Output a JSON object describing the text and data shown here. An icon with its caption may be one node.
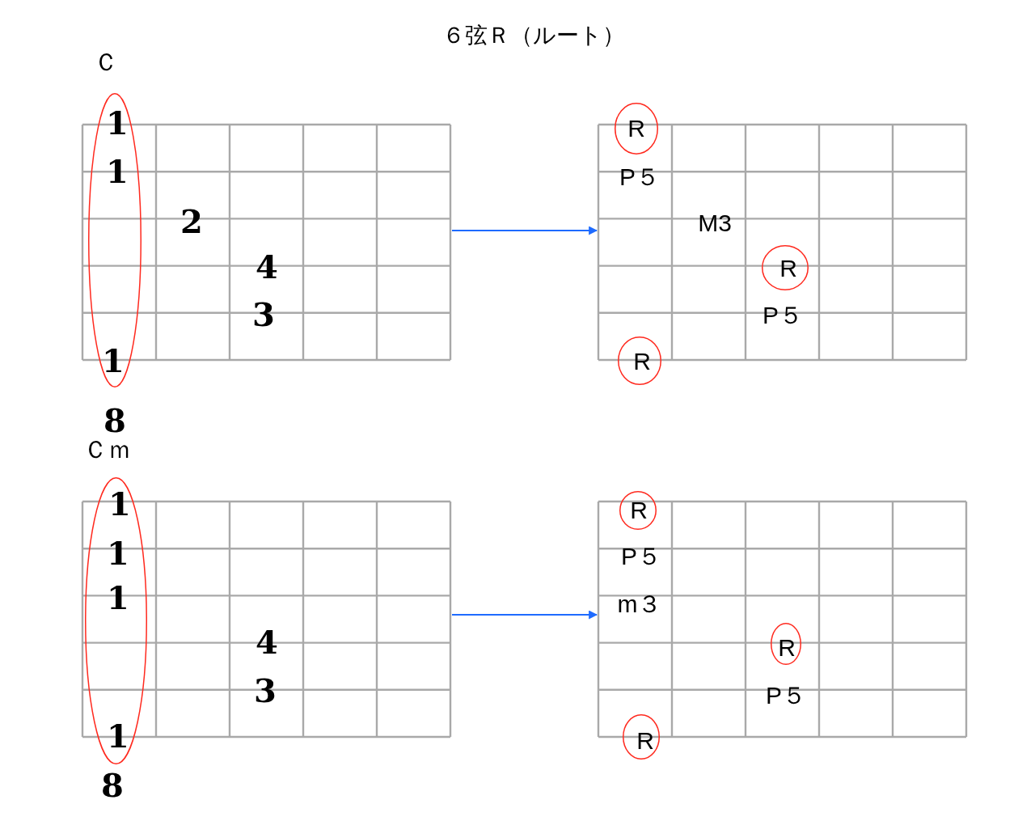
{
  "diagram": {
    "title": "６弦Ｒ（ルート）",
    "nodes": [
      {
        "text": [
          "Ｃ",
          "2",
          "4",
          "3"
        ]
      },
      {
        "text": [
          "1",
          "1",
          "1"
        ],
        "beside": [
          "8"
        ]
      },
      {
        "text": [
          "P５",
          "M3",
          "P５"
        ]
      },
      {
        "text": [
          "R"
        ]
      },
      {
        "text": [
          "R"
        ],
        "in": 2
      },
      {
        "text": [
          "R"
        ]
      },
      {
        "text": [
          "Ｃｍ",
          "4",
          "3"
        ]
      },
      {
        "text": [
          "1",
          "1",
          "1",
          "1"
        ],
        "beside": [
          "8"
        ]
      },
      {
        "text": [
          "P５",
          "m３",
          "P５"
        ]
      },
      {
        "text": [
          "R"
        ]
      },
      {
        "text": [
          "R"
        ],
        "in": 8
      },
      {
        "text": [
          "R"
        ]
      }
    ],
    "edges": [
      {
        "from": 0,
        "to": 2,
        "arrow": "to"
      },
      {
        "from": 6,
        "to": 8,
        "arrow": "to"
      }
    ]
  }
}
